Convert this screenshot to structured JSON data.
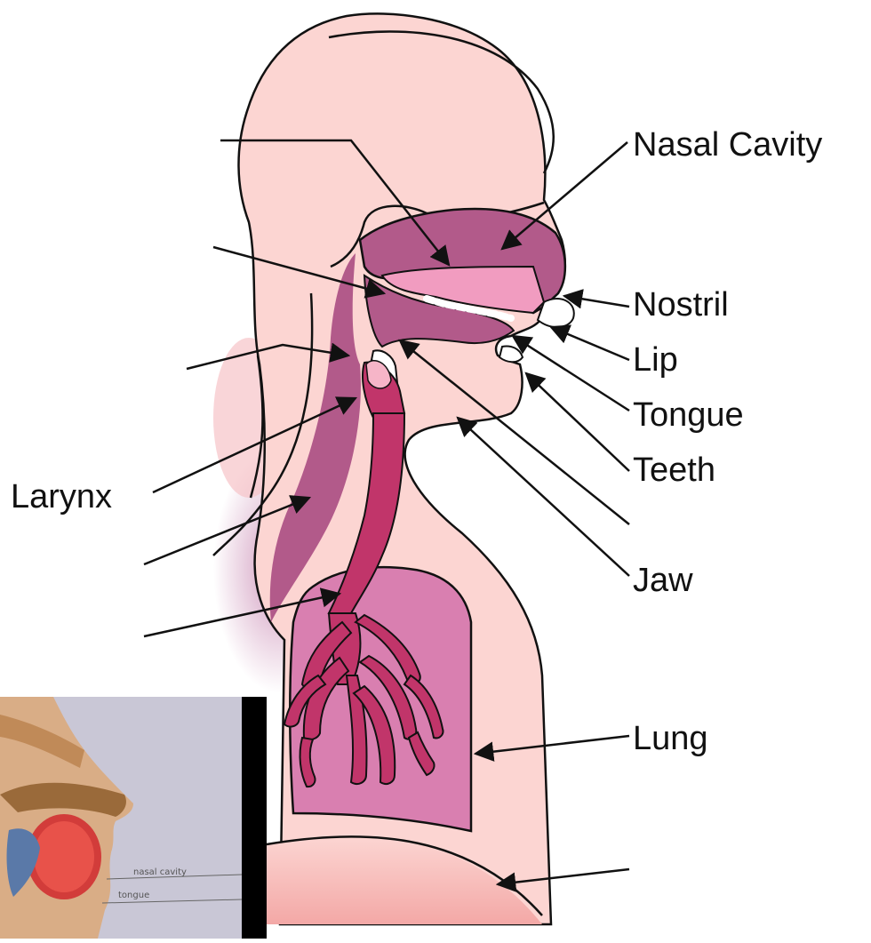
{
  "colors": {
    "skin": "#fcd5d2",
    "airway_light": "#d97fb0",
    "airway_mid": "#b25a8a",
    "trachea": "#c1356a",
    "line": "#111111",
    "nose_pink": "#f19cc0"
  },
  "labels": {
    "nasal_cavity": "Nasal Cavity",
    "nostril": "Nostril",
    "lip": "Lip",
    "tongue": "Tongue",
    "teeth": "Teeth",
    "jaw": "Jaw",
    "lung": "Lung",
    "larynx": "Larynx"
  },
  "inset": {
    "label_nasal": "nasal cavity",
    "label_tongue": "tongue"
  }
}
